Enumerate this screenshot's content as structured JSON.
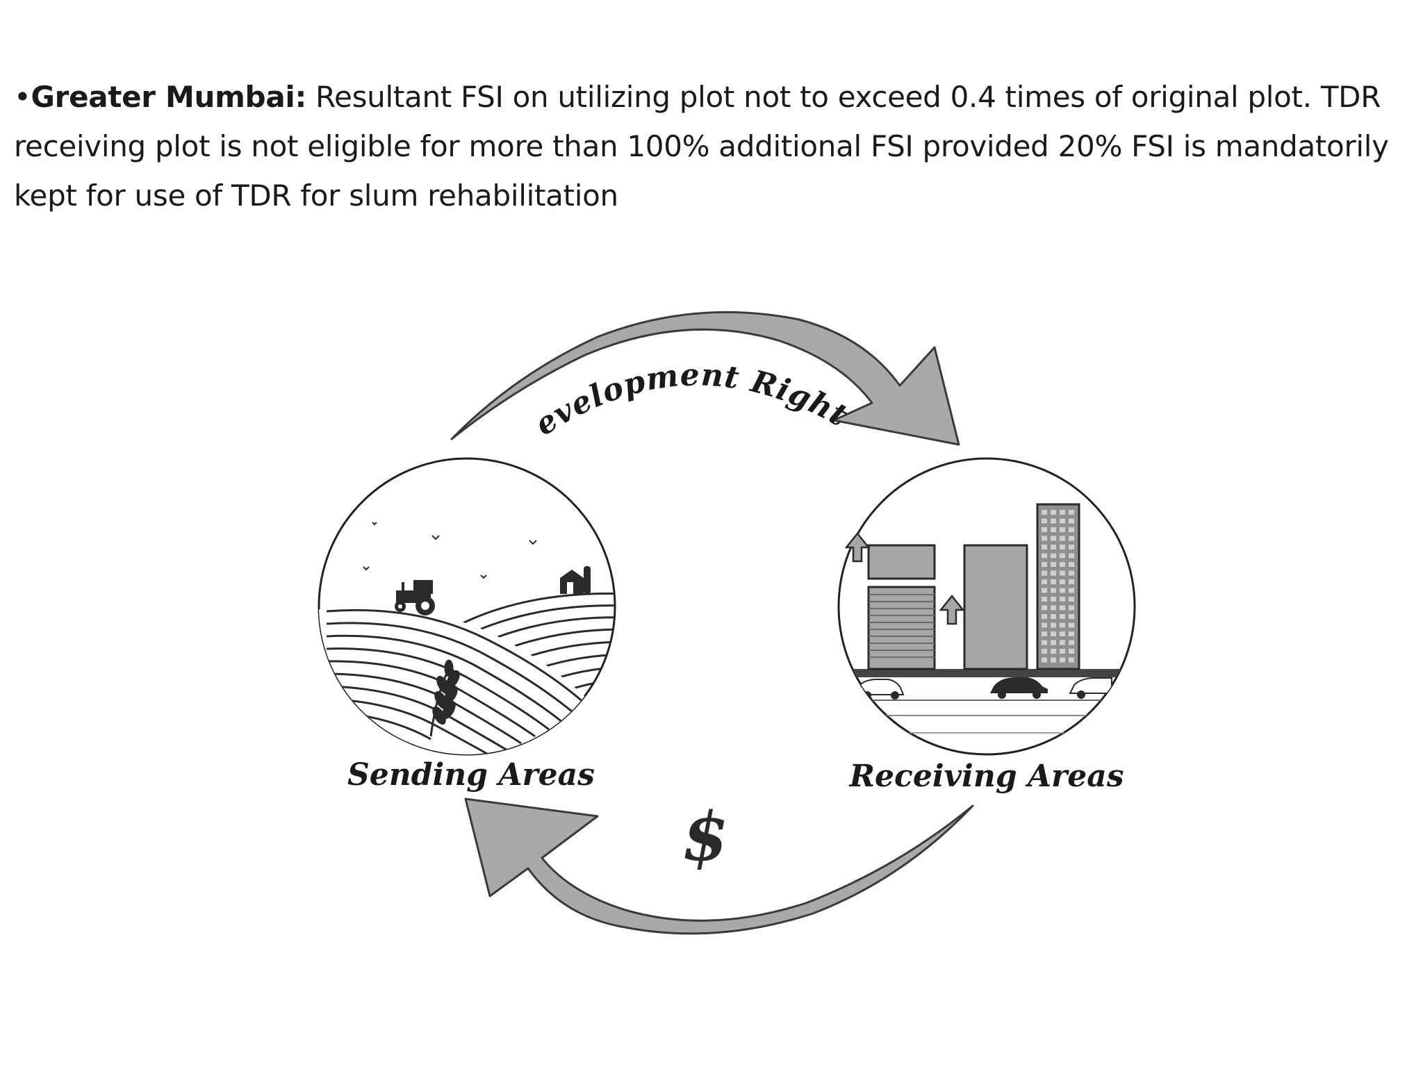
{
  "text_block": {
    "bullet": "•",
    "region": "Greater Mumbai:",
    "line1": "Resultant FSI on  utilizing plot not to exceed 0.4 times of original plot. TDR",
    "line2": "receiving plot is not eligible for more than 100% additional FSI provided 20% FSI is mandatorily",
    "line3": "kept for use of  TDR  for slum rehabilitation"
  },
  "diagram": {
    "top_arrow_label": "Development Rights",
    "bottom_arrow_label": "$",
    "left_circle_label": "Sending Areas",
    "right_circle_label": "Receiving Areas",
    "colors": {
      "arrow_fill": "#a9a9a9",
      "arrow_stroke": "#3a3a3a",
      "building_fill": "#a6a6a6",
      "ink": "#222222"
    }
  }
}
